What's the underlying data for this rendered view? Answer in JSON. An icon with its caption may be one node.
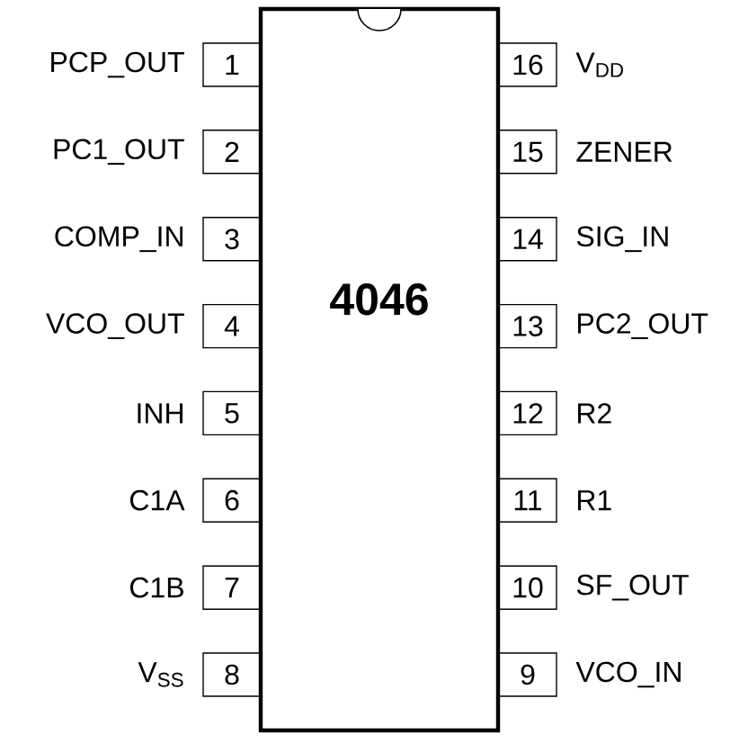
{
  "diagram": {
    "nodes": [
      {
        "text": [
          "4046"
        ]
      },
      {
        "text": [
          "1"
        ],
        "beside": [
          "PCP_OUT"
        ]
      },
      {
        "text": [
          "2"
        ],
        "beside": [
          "PC1_OUT"
        ]
      },
      {
        "text": [
          "3"
        ],
        "beside": [
          "COMP_IN"
        ]
      },
      {
        "text": [
          "4"
        ],
        "beside": [
          "VCO_OUT"
        ]
      },
      {
        "text": [
          "5"
        ],
        "beside": [
          "INH"
        ]
      },
      {
        "text": [
          "6"
        ],
        "beside": [
          "C1A"
        ]
      },
      {
        "text": [
          "7"
        ],
        "beside": [
          "C1B"
        ]
      },
      {
        "text": [
          "8"
        ],
        "beside": [
          "V$_{SS}$"
        ]
      },
      {
        "text": [
          "9"
        ],
        "beside": [
          "VCO_IN"
        ]
      },
      {
        "text": [
          "10"
        ],
        "beside": [
          "SF_OUT"
        ]
      },
      {
        "text": [
          "11"
        ],
        "beside": [
          "R1"
        ]
      },
      {
        "text": [
          "12"
        ],
        "beside": [
          "R2"
        ]
      },
      {
        "text": [
          "13"
        ],
        "beside": [
          "PC2_OUT"
        ]
      },
      {
        "text": [
          "14"
        ],
        "beside": [
          "SIG_IN"
        ]
      },
      {
        "text": [
          "15"
        ],
        "beside": [
          "ZENER"
        ]
      },
      {
        "text": [
          "16"
        ],
        "beside": [
          "V$_{DD}$"
        ]
      }
    ],
    "edges": []
  }
}
